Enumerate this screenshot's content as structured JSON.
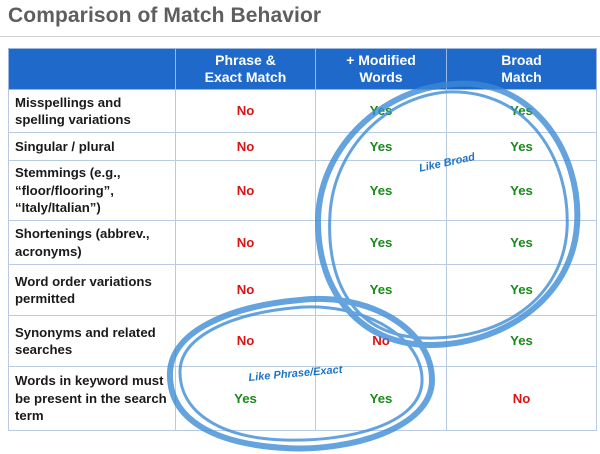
{
  "title": "Comparison of Match Behavior",
  "table": {
    "headers": [
      "",
      "Phrase &\nExact Match",
      "+ Modified\nWords",
      "Broad\nMatch"
    ],
    "rows": [
      {
        "label": "Misspellings and spelling variations",
        "values": [
          "No",
          "Yes",
          "Yes"
        ]
      },
      {
        "label": "Singular / plural",
        "values": [
          "No",
          "Yes",
          "Yes"
        ]
      },
      {
        "label": "Stemmings (e.g., “floor/flooring”, “Italy/Italian”)",
        "values": [
          "No",
          "Yes",
          "Yes"
        ]
      },
      {
        "label": "Shortenings (abbrev., acronyms)",
        "values": [
          "No",
          "Yes",
          "Yes"
        ]
      },
      {
        "label": "Word order variations permitted",
        "values": [
          "No",
          "Yes",
          "Yes"
        ]
      },
      {
        "label": "Synonyms and related searches",
        "values": [
          "No",
          "No",
          "Yes"
        ]
      },
      {
        "label": "Words in keyword must be present in the search term",
        "values": [
          "Yes",
          "Yes",
          "No"
        ]
      }
    ]
  },
  "annotations": {
    "like_broad": "Like Broad",
    "like_phrase": "Like Phrase/Exact",
    "color": "#3a8ad6"
  },
  "colors": {
    "header_bg": "#1e69c9",
    "yes": "#1a8a1a",
    "no": "#d91414"
  }
}
